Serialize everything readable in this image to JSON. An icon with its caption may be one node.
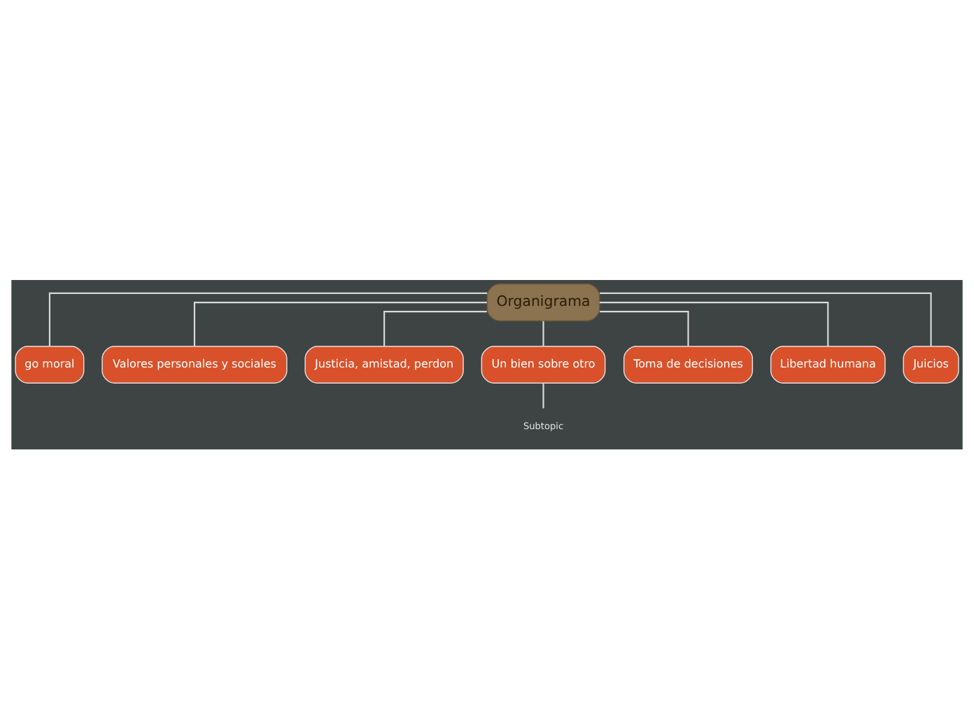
{
  "diagram": {
    "nodes": [
      {
        "text": [
          "Organigrama"
        ]
      },
      {
        "text": [
          "go moral"
        ]
      },
      {
        "text": [
          "Valores personales y sociales"
        ]
      },
      {
        "text": [
          "Justicia, amistad, perdon"
        ]
      },
      {
        "text": [
          "Un bien sobre otro"
        ]
      },
      {
        "text": [
          "Toma de decisiones"
        ]
      },
      {
        "text": [
          "Libertad humana"
        ]
      },
      {
        "text": [
          "Juicios"
        ]
      },
      {
        "text": [
          "Subtopic"
        ]
      }
    ],
    "edges": [
      {
        "from": 0,
        "to": 1,
        "arrow": "none"
      },
      {
        "from": 0,
        "to": 2,
        "arrow": "none"
      },
      {
        "from": 0,
        "to": 3,
        "arrow": "none"
      },
      {
        "from": 0,
        "to": 4,
        "arrow": "none"
      },
      {
        "from": 0,
        "to": 5,
        "arrow": "none"
      },
      {
        "from": 0,
        "to": 6,
        "arrow": "none"
      },
      {
        "from": 0,
        "to": 7,
        "arrow": "none"
      },
      {
        "from": 4,
        "to": 8,
        "arrow": "none"
      }
    ]
  }
}
